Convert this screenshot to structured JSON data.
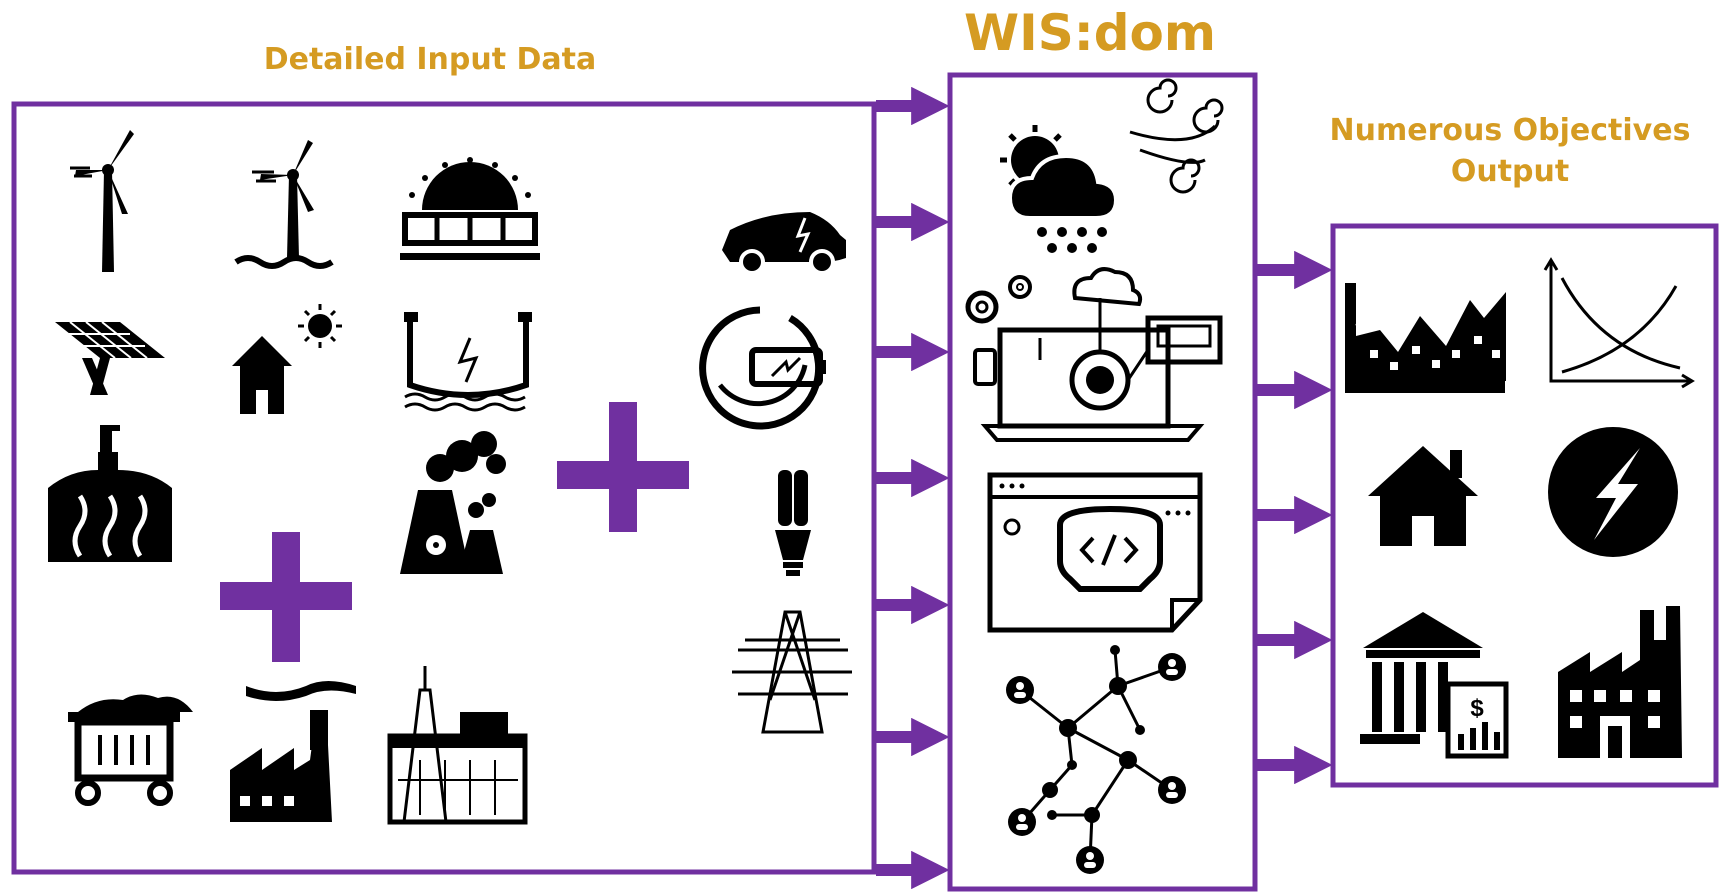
{
  "titles": {
    "input": "Detailed Input Data",
    "core": "WIS:dom",
    "output_line1": "Numerous Objectives",
    "output_line2": "Output"
  },
  "colors": {
    "frame": "#7030a0",
    "title": "#d59b22",
    "icon": "#000000"
  },
  "input_icons": [
    "onshore-wind-icon",
    "offshore-wind-icon",
    "solar-thermal-icon",
    "solar-panel-icon",
    "rooftop-solar-house-icon",
    "hydro-dam-icon",
    "geothermal-icon",
    "nuclear-plant-icon",
    "coal-wagon-icon",
    "fossil-factory-icon",
    "oil-gas-field-icon",
    "electric-car-icon",
    "battery-storage-icon",
    "light-bulb-icon",
    "transmission-tower-icon"
  ],
  "core_icons": [
    "weather-icon",
    "computer-modelling-icon",
    "software-code-icon",
    "network-graph-icon"
  ],
  "output_icons": [
    "cost-chart-icon",
    "trade-off-curve-icon",
    "house-icon",
    "electricity-icon",
    "finance-bank-icon",
    "industry-icon"
  ]
}
